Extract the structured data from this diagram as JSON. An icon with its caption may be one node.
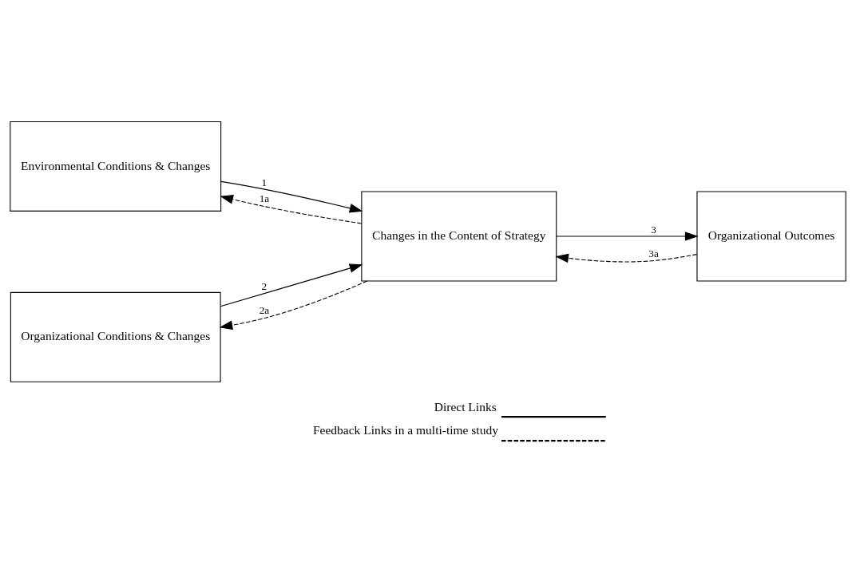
{
  "diagram": {
    "nodes": [
      {
        "text": [
          "Environmental Conditions & Changes"
        ]
      },
      {
        "text": [
          "Changes in the Content of Strategy"
        ]
      },
      {
        "text": [
          "Organizational Outcomes"
        ]
      },
      {
        "text": [
          "Organizational Conditions & Changes"
        ]
      }
    ],
    "edges": [
      {
        "from": 0,
        "to": 1,
        "arrow": "to",
        "label": "1"
      },
      {
        "from": 1,
        "to": 0,
        "arrow": "to",
        "label": "1a",
        "style": "dashed"
      },
      {
        "from": 3,
        "to": 1,
        "arrow": "to",
        "label": "2"
      },
      {
        "from": 1,
        "to": 3,
        "arrow": "to",
        "label": "2a",
        "style": "dashed"
      },
      {
        "from": 1,
        "to": 2,
        "arrow": "to",
        "label": "3"
      },
      {
        "from": 2,
        "to": 1,
        "arrow": "to",
        "label": "3a",
        "style": "dashed"
      }
    ],
    "legend": [
      {
        "text": "Direct Links"
      },
      {
        "text": "Feedback Links in a multi-time study"
      }
    ]
  }
}
